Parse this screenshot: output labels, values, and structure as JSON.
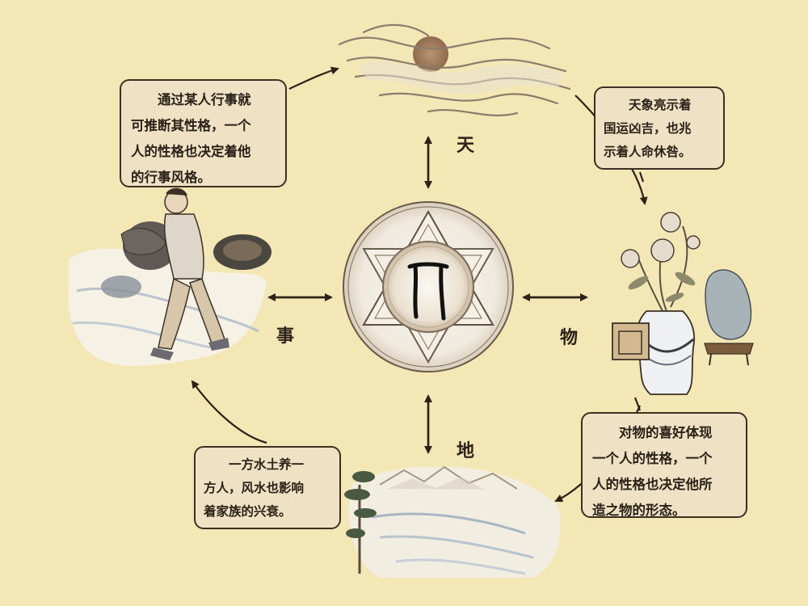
{
  "diagram": {
    "center_symbol": {
      "glyph": "ᑎ",
      "description": "hexagram medallion with central rune"
    },
    "labels": {
      "heaven": "天",
      "earth": "地",
      "affairs": "事",
      "objects": "物"
    },
    "notes": {
      "affairs_note": {
        "lines": [
          "通过某人行事就",
          "可推断其性格，一个",
          "人的性格也决定着他",
          "的行事风格。"
        ]
      },
      "heaven_note": {
        "lines": [
          "天象亮示着",
          "国运凶吉，也兆",
          "示着人命休咎。"
        ]
      },
      "objects_note": {
        "lines": [
          "对物的喜好体现",
          "一个人的性格，一个",
          "人的性格也决定他所",
          "造之物的形态。"
        ]
      },
      "earth_note": {
        "lines": [
          "一方水土养一",
          "方人，风水也影响",
          "着家族的兴衰。"
        ]
      }
    },
    "colors": {
      "background": "#f4e7b6",
      "note_fill": "#efe2c4",
      "ink": "#2c2218"
    }
  }
}
